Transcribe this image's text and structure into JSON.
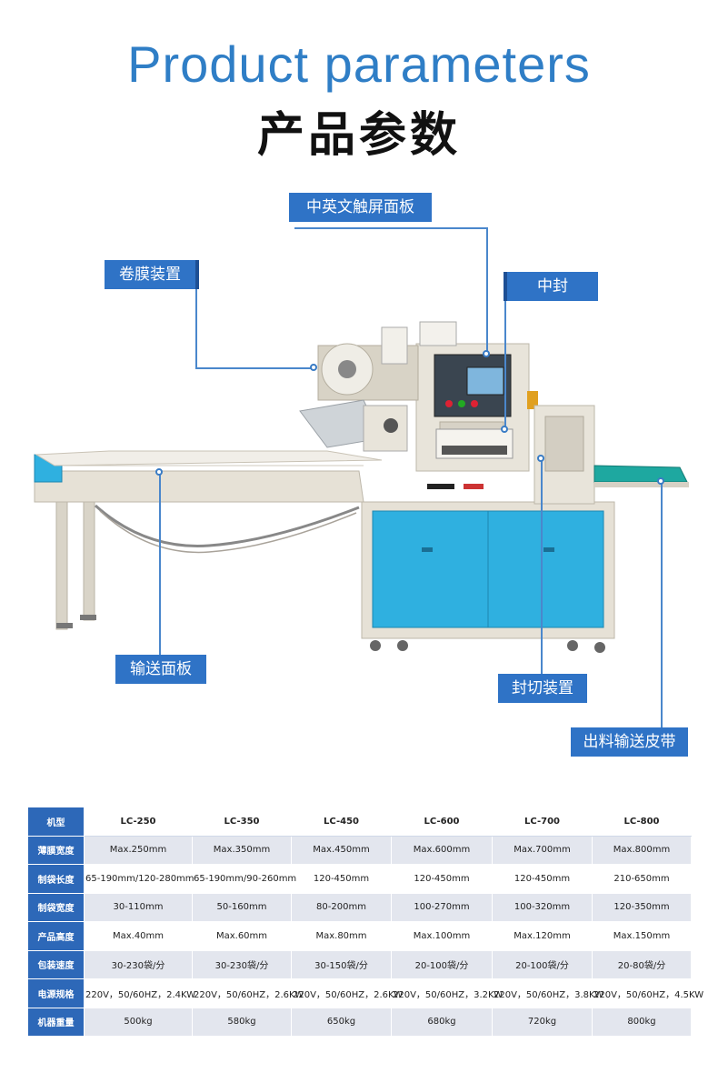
{
  "header": {
    "title_en": "Product parameters",
    "title_cn": "产品参数"
  },
  "callouts": {
    "touch_panel": "中英文触屏面板",
    "film_roll": "卷膜装置",
    "middle_seal": "中封",
    "conveyor_panel": "输送面板",
    "end_seal": "封切装置",
    "output_belt": "出料输送皮带"
  },
  "colors": {
    "accent_blue": "#2f73c6",
    "title_blue": "#2f7ec6",
    "table_header": "#2d68b8",
    "machine_body": "#e6e1d6",
    "cabinet_blue": "#2fb0e0"
  },
  "table": {
    "corner": "机型",
    "models": [
      "LC-250",
      "LC-350",
      "LC-450",
      "LC-600",
      "LC-700",
      "LC-800"
    ],
    "rows": [
      {
        "label": "薄膜宽度",
        "values": [
          "Max.250mm",
          "Max.350mm",
          "Max.450mm",
          "Max.600mm",
          "Max.700mm",
          "Max.800mm"
        ]
      },
      {
        "label": "制袋长度",
        "values": [
          "65-190mm/120-280mm",
          "65-190mm/90-260mm",
          "120-450mm",
          "120-450mm",
          "120-450mm",
          "210-650mm"
        ]
      },
      {
        "label": "制袋宽度",
        "values": [
          "30-110mm",
          "50-160mm",
          "80-200mm",
          "100-270mm",
          "100-320mm",
          "120-350mm"
        ]
      },
      {
        "label": "产品高度",
        "values": [
          "Max.40mm",
          "Max.60mm",
          "Max.80mm",
          "Max.100mm",
          "Max.120mm",
          "Max.150mm"
        ]
      },
      {
        "label": "包装速度",
        "values": [
          "30-230袋/分",
          "30-230袋/分",
          "30-150袋/分",
          "20-100袋/分",
          "20-100袋/分",
          "20-80袋/分"
        ]
      },
      {
        "label": "电源规格",
        "values": [
          "220V，50/60HZ，2.4KW",
          "220V，50/60HZ，2.6KW",
          "220V，50/60HZ，2.6KW",
          "220V，50/60HZ，3.2KW",
          "220V，50/60HZ，3.8KW",
          "220V，50/60HZ，4.5KW"
        ]
      },
      {
        "label": "机器重量",
        "values": [
          "500kg",
          "580kg",
          "650kg",
          "680kg",
          "720kg",
          "800kg"
        ]
      }
    ]
  }
}
